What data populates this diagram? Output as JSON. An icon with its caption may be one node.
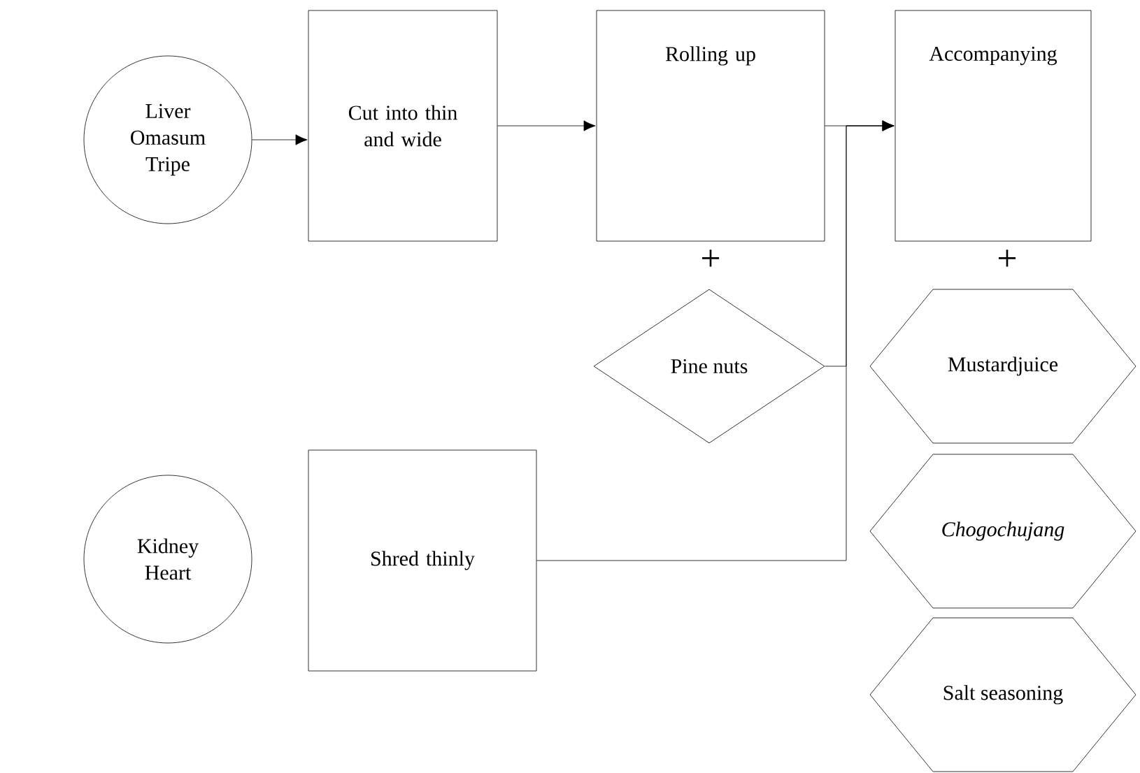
{
  "diagram": {
    "nodes": [
      {
        "text": [
          "Liver Omasum Tripe"
        ]
      },
      {
        "text": [
          "Cut into thin and wide"
        ]
      },
      {
        "text": [
          "Rolling up"
        ]
      },
      {
        "text": [
          "Accompanying"
        ]
      },
      {
        "text": [
          "Pine nuts"
        ]
      },
      {
        "text": [
          "Mustardjuice"
        ]
      },
      {
        "text": [
          "Chogochujang"
        ]
      },
      {
        "text": [
          "Salt seasoning"
        ]
      },
      {
        "text": [
          "Kidney Heart"
        ]
      },
      {
        "text": [
          "Shred thinly"
        ]
      }
    ],
    "edges": [
      {
        "from": 0,
        "to": 1,
        "arrow": "to"
      },
      {
        "from": 1,
        "to": 2,
        "arrow": "to"
      },
      {
        "from": 2,
        "to": 3,
        "arrow": "to"
      },
      {
        "from": 4,
        "to": 3,
        "arrow": "to"
      },
      {
        "from": 9,
        "to": 3,
        "arrow": "to"
      }
    ],
    "labels": [
      "+",
      "+"
    ]
  }
}
